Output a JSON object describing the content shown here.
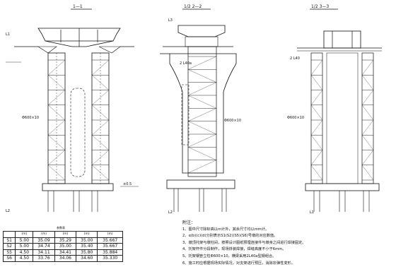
{
  "views": {
    "v1": {
      "title": "1—1",
      "label_top_left": "L1",
      "label_bottom_left": "L2",
      "label_side": "Φ600×10"
    },
    "v2": {
      "title": "1/2 2—2",
      "label_top_left": "L3",
      "label_bottom_left": "L2",
      "label_side": "Φ600×10",
      "label_base": "2 L40a"
    },
    "v3": {
      "title": "1/2 3—3",
      "label_bottom_left": "L1",
      "label_side": "Φ600×10",
      "label_base": "2 L40"
    },
    "ref_mark": "±0.5"
  },
  "table": {
    "title": "参数表",
    "header": [
      "",
      "(m)",
      "(m)",
      "(m)",
      "(m)",
      "(m)"
    ],
    "rows": [
      [
        "S1",
        "5.00",
        "35.09",
        "35.29",
        "35.00",
        "35.667"
      ],
      [
        "S2",
        "5.00",
        "34.74",
        "35.00",
        "35.40",
        "35.667"
      ],
      [
        "S5",
        "4.50",
        "34.11",
        "34.41",
        "35.80",
        "35.884"
      ],
      [
        "S6",
        "4.50",
        "33.76",
        "34.06",
        "34.60",
        "35.330"
      ]
    ]
  },
  "notes": {
    "heading": "附注：",
    "items": [
      "1、图中尺寸除标高以m计外，其余尺寸均以mm计。",
      "2、α(b)(c)(d)分别表示S1(S2)(S5)(S6)号墩的对应数值。",
      "3、墩顶托架与墩柱间，按照设计图纸预埋连接件与墩身之间进行焊接固定。",
      "4、托架杆件分段制作，现场拼装焊接，焊缝高度不小于6mm。",
      "5、托架钢管立柱Φ600×10，横梁采用2L40a型钢组合。",
      "6、施工时应根据现场实际情况，对支架进行预压，消除非弹性变形。"
    ]
  }
}
